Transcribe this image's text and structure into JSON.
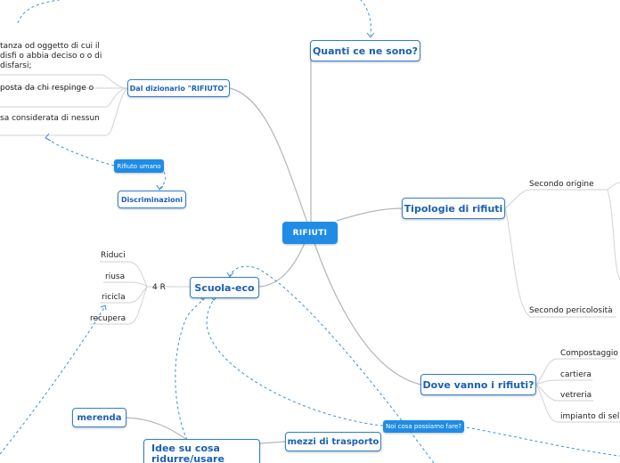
{
  "root": {
    "label": "RIFIUTI"
  },
  "branches": {
    "quanti": "Quanti ce ne sono?",
    "tipologie": "Tipologie di rifiuti",
    "dove": "Dove vanno i rifiuti?",
    "scuola": "Scuola-eco",
    "dizionario": "Dal dizionario \"RIFIUTO\"",
    "rifiuto_umano": "Rifiuto umano",
    "discriminazioni": "Discriminazioni",
    "noi_cosa": "Noi cosa possiamo fare?",
    "merenda": "merenda",
    "idee": "Idee su cosa ridurre/usare",
    "mezzi": "mezzi di trasporto"
  },
  "leaves": {
    "def1": "tanza od oggetto di cui il disfi o abbia deciso o o di disfarsi;",
    "def2": "posta da chi respinge o",
    "def3": "sa considerata di nessun",
    "secondo_origine": "Secondo origine",
    "secondo_pericolosita": "Secondo pericolosità",
    "compostaggio": "Compostaggio",
    "cartiera": "cartiera",
    "vetreria": "vetreria",
    "impianto": "impianto di sel",
    "quattro_r": "4 R",
    "riduci": "Riduci",
    "riusa": "riusa",
    "ricicla": "ricicla",
    "recupera": "recupera"
  },
  "colors": {
    "accent": "#1f8ce6",
    "node_text": "#1a5fb4",
    "node_border": "#2f7fd1",
    "connector": "#b5b5b5",
    "dashed": "#3a8fd8"
  }
}
